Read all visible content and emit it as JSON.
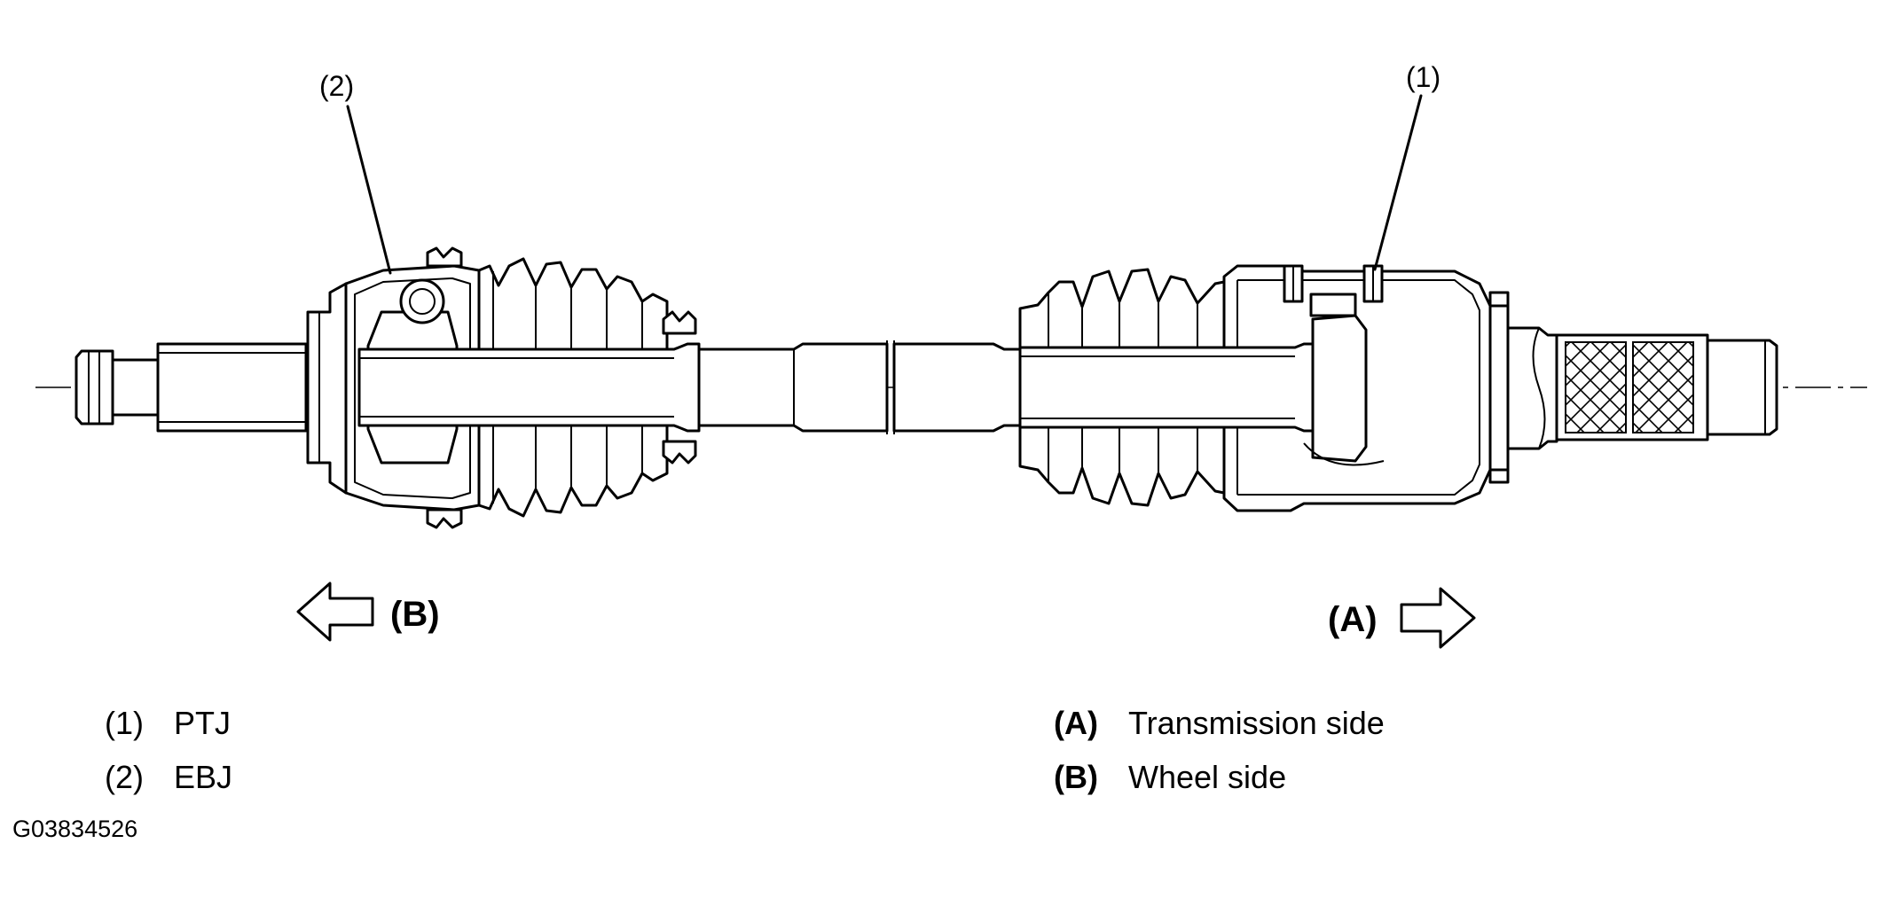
{
  "callouts": {
    "one": "(1)",
    "two": "(2)"
  },
  "directions": {
    "left": "(B)",
    "right": "(A)"
  },
  "legend": {
    "left": [
      {
        "code": "(1)",
        "text": "PTJ"
      },
      {
        "code": "(2)",
        "text": "EBJ"
      }
    ],
    "right": [
      {
        "code": "(A)",
        "text": "Transmission side"
      },
      {
        "code": "(B)",
        "text": "Wheel side"
      }
    ]
  },
  "figure_id": "G03834526"
}
